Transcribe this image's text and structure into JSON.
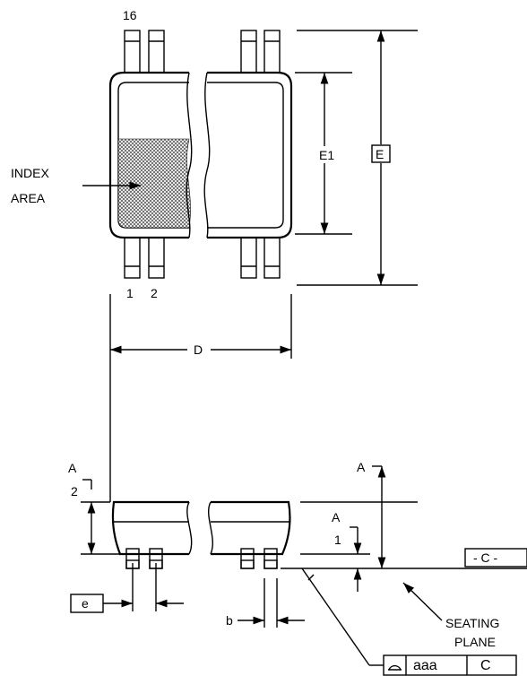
{
  "top_view": {
    "pin_top_label": "16",
    "pin_bottom_label_1": "1",
    "pin_bottom_label_2": "2",
    "index_label_line1": "INDEX",
    "index_label_line2": "AREA"
  },
  "dimensions": {
    "e1": "E1",
    "e": "E",
    "d": "D",
    "a2_line1": "A",
    "a2_line2": "2",
    "a": "A",
    "a1_line1": "A",
    "a1_line2": "1",
    "pitch": "e",
    "b": "b"
  },
  "datum": {
    "c": "- C -",
    "seating_line1": "SEATING",
    "seating_line2": "PLANE"
  },
  "tolerance": {
    "value": "aaa",
    "datum": "C"
  }
}
